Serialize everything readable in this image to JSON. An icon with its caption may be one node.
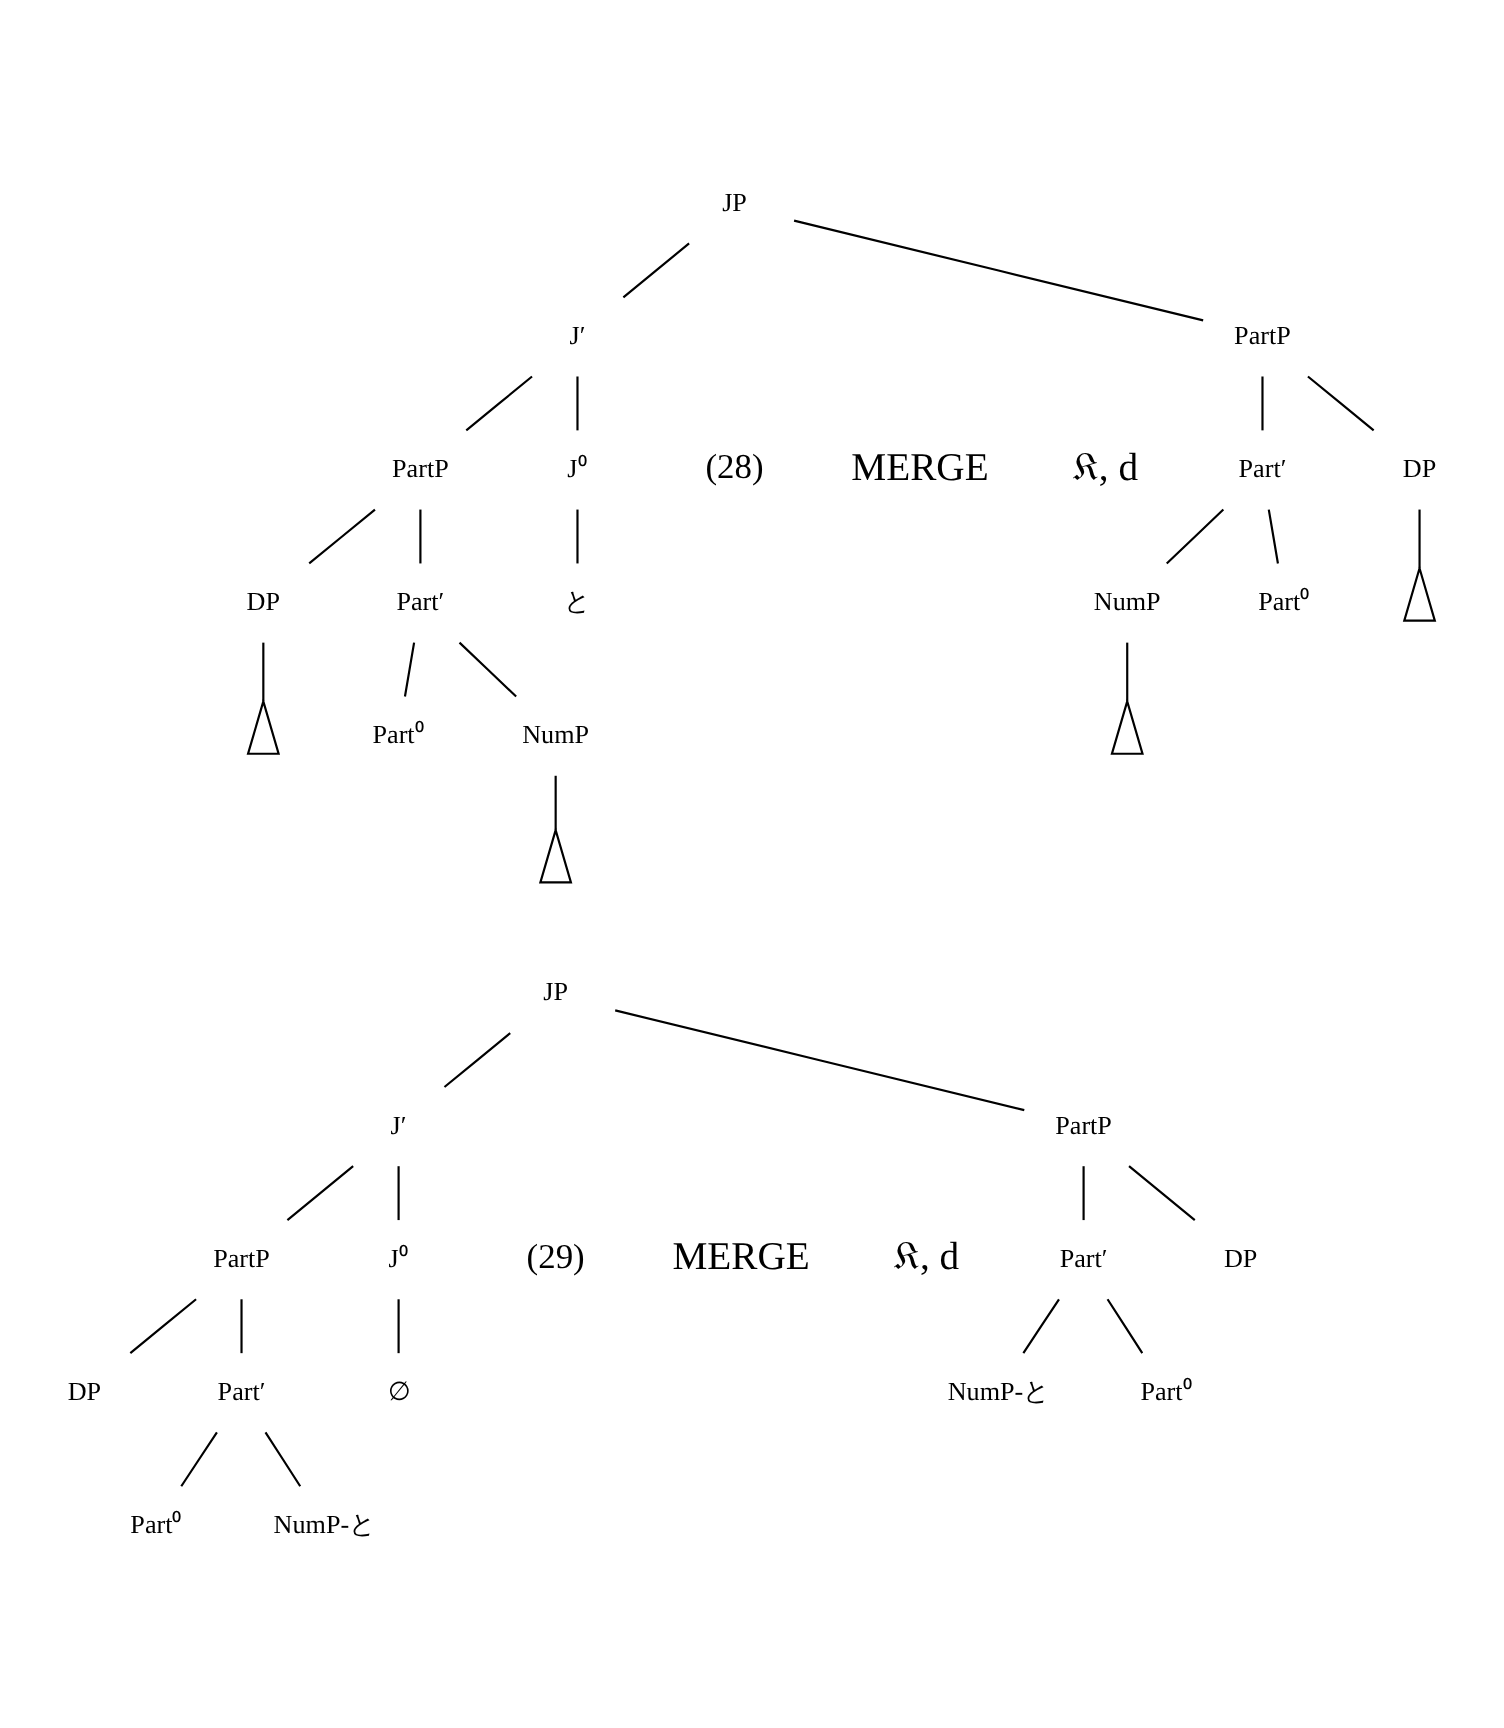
{
  "diagram": {
    "nodes": [
      {
        "text": [
          "JP"
        ]
      },
      {
        "text": [
          "PartP"
        ]
      },
      {
        "text": [
          "J′"
        ]
      },
      {
        "text": [
          "DP"
        ]
      },
      {
        "text": [
          "Part′"
        ]
      },
      {
        "text": [
          "J⁰"
        ]
      },
      {
        "text": [
          "PartP"
        ]
      },
      {
        "text": [],
        "shape": "triangle"
      },
      {
        "text": [
          "Part⁰"
        ]
      },
      {
        "text": [
          "NumP"
        ]
      },
      {
        "text": [
          "と"
        ]
      },
      {
        "text": [
          "DP"
        ]
      },
      {
        "text": [
          "Part′"
        ]
      },
      {
        "text": [],
        "shape": "triangle"
      },
      {
        "text": [],
        "shape": "triangle"
      },
      {
        "text": [
          "Part⁰"
        ]
      },
      {
        "text": [
          "NumP"
        ]
      },
      {
        "text": [],
        "shape": "triangle"
      },
      {
        "text": [
          "JP"
        ]
      },
      {
        "text": [
          "PartP"
        ]
      },
      {
        "text": [
          "J′"
        ]
      },
      {
        "text": [
          "DP"
        ]
      },
      {
        "text": [
          "Part′"
        ]
      },
      {
        "text": [
          "J⁰"
        ]
      },
      {
        "text": [
          "PartP"
        ]
      },
      {
        "text": [
          "Part⁰"
        ]
      },
      {
        "text": [
          "NumP-と"
        ]
      },
      {
        "text": [
          "∅"
        ]
      },
      {
        "text": [
          "DP"
        ]
      },
      {
        "text": [
          "Part′"
        ]
      },
      {
        "text": [
          "Part⁰"
        ]
      },
      {
        "text": [
          "NumP-と"
        ]
      }
    ],
    "edges": [
      {
        "from": 0,
        "to": 1,
        "arrow": "none"
      },
      {
        "from": 0,
        "to": 2,
        "arrow": "none"
      },
      {
        "from": 1,
        "to": 3,
        "arrow": "none"
      },
      {
        "from": 1,
        "to": 4,
        "arrow": "none"
      },
      {
        "from": 2,
        "to": 5,
        "arrow": "none"
      },
      {
        "from": 2,
        "to": 6,
        "arrow": "none"
      },
      {
        "from": 3,
        "to": 7,
        "arrow": "none"
      },
      {
        "from": 4,
        "to": 8,
        "arrow": "none"
      },
      {
        "from": 4,
        "to": 9,
        "arrow": "none"
      },
      {
        "from": 5,
        "to": 10,
        "arrow": "none"
      },
      {
        "from": 6,
        "to": 11,
        "arrow": "none"
      },
      {
        "from": 6,
        "to": 12,
        "arrow": "none"
      },
      {
        "from": 9,
        "to": 13,
        "arrow": "none"
      },
      {
        "from": 11,
        "to": 14,
        "arrow": "none"
      },
      {
        "from": 12,
        "to": 15,
        "arrow": "none"
      },
      {
        "from": 12,
        "to": 16,
        "arrow": "none"
      },
      {
        "from": 16,
        "to": 17,
        "arrow": "none"
      },
      {
        "from": 18,
        "to": 19,
        "arrow": "none"
      },
      {
        "from": 18,
        "to": 20,
        "arrow": "none"
      },
      {
        "from": 19,
        "to": 21,
        "arrow": "none"
      },
      {
        "from": 19,
        "to": 22,
        "arrow": "none"
      },
      {
        "from": 20,
        "to": 23,
        "arrow": "none"
      },
      {
        "from": 20,
        "to": 24,
        "arrow": "none"
      },
      {
        "from": 22,
        "to": 25,
        "arrow": "none"
      },
      {
        "from": 22,
        "to": 26,
        "arrow": "none"
      },
      {
        "from": 23,
        "to": 27,
        "arrow": "none"
      },
      {
        "from": 24,
        "to": 28,
        "arrow": "none"
      },
      {
        "from": 24,
        "to": 29,
        "arrow": "none"
      },
      {
        "from": 29,
        "to": 30,
        "arrow": "none"
      },
      {
        "from": 29,
        "to": 31,
        "arrow": "none"
      }
    ],
    "labels": [
      "(28)",
      "MERGE",
      "𝔎, d",
      "(29)",
      "MERGE",
      "𝔎, d"
    ]
  }
}
